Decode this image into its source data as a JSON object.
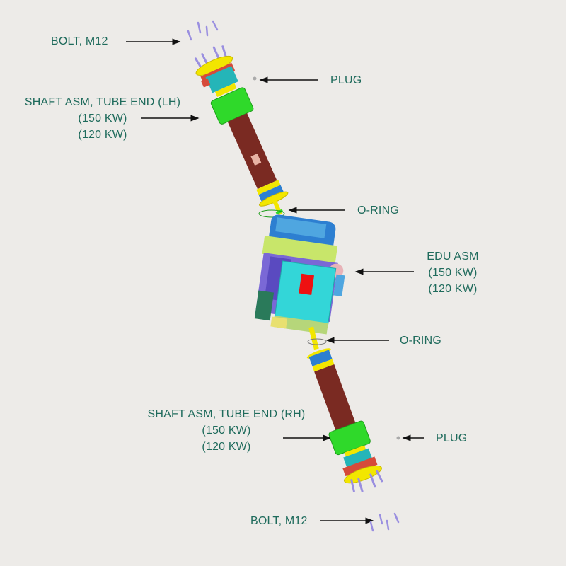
{
  "labels": {
    "bolt_top": "BOLT, M12",
    "plug_top": "PLUG",
    "shaft_lh": [
      "SHAFT ASM, TUBE END (LH)",
      "(150 KW)",
      "(120 KW)"
    ],
    "oring_top": "O-RING",
    "edu": [
      "EDU ASM",
      "(150 KW)",
      "(120 KW)"
    ],
    "oring_bottom": "O-RING",
    "shaft_rh": [
      "SHAFT ASM, TUBE END (RH)",
      "(150 KW)",
      "(120 KW)"
    ],
    "plug_bottom": "PLUG",
    "bolt_bottom": "BOLT, M12"
  },
  "colors": {
    "background": "#edebe8",
    "label_text": "#1f6b5c",
    "arrow": "#111111"
  }
}
